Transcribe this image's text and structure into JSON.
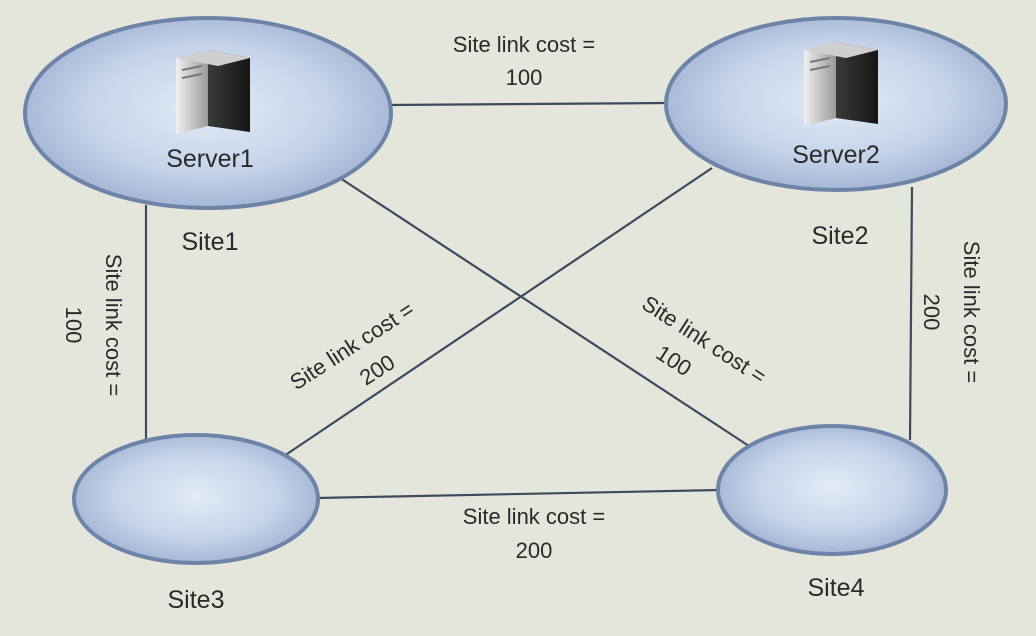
{
  "colors": {
    "background": "#e4e6dc",
    "site_fill_center": "#e2ecf7",
    "site_fill_edge": "#9fb2d2",
    "site_outline": "#6e83a8",
    "link_line": "#3c4a5c",
    "text": "#2a2a2a"
  },
  "sites": [
    {
      "id": "site1",
      "label": "Site1",
      "server": "Server1",
      "icon": "server-icon"
    },
    {
      "id": "site2",
      "label": "Site2",
      "server": "Server2",
      "icon": "server-icon"
    },
    {
      "id": "site3",
      "label": "Site3"
    },
    {
      "id": "site4",
      "label": "Site4"
    }
  ],
  "links": [
    {
      "id": "site1-site2",
      "from": "site1",
      "to": "site2",
      "label": "Site link cost =",
      "cost": "100"
    },
    {
      "id": "site1-site3",
      "from": "site1",
      "to": "site3",
      "label": "Site link cost =",
      "cost": "100"
    },
    {
      "id": "site2-site4",
      "from": "site2",
      "to": "site4",
      "label": "Site link cost =",
      "cost": "200"
    },
    {
      "id": "site3-site4",
      "from": "site3",
      "to": "site4",
      "label": "Site link cost =",
      "cost": "200"
    },
    {
      "id": "site2-site3",
      "from": "site2",
      "to": "site3",
      "label": "Site link cost =",
      "cost": "200"
    },
    {
      "id": "site1-site4",
      "from": "site1",
      "to": "site4",
      "label": "Site link cost =",
      "cost": "100"
    }
  ]
}
